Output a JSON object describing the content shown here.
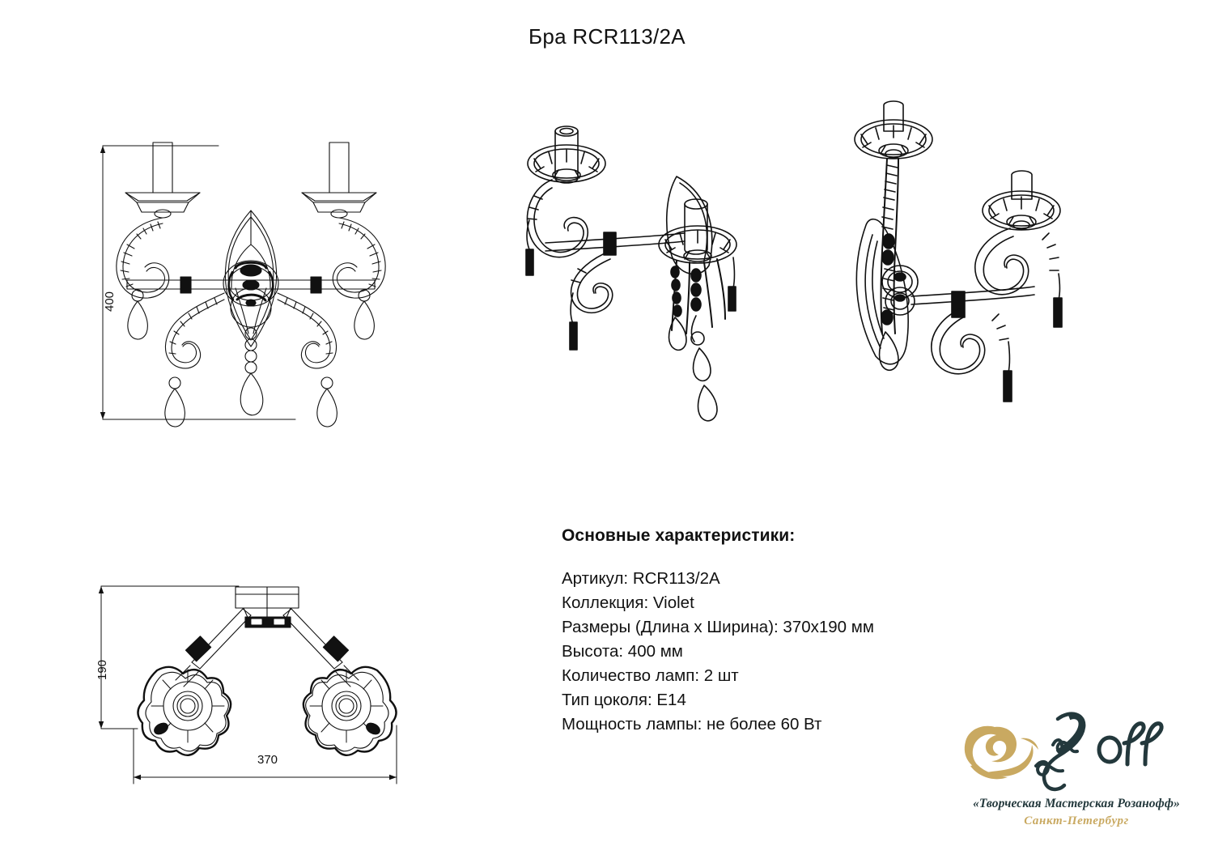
{
  "document": {
    "title": "Бра RCR113/2A"
  },
  "dimensions": {
    "height_label": "400",
    "depth_label": "190",
    "width_label": "370"
  },
  "specs": {
    "heading": "Основные характеристики:",
    "lines": [
      "Артикул: RCR113/2A",
      "Коллекция: Violet",
      "Размеры (Длина х Ширина): 370x190 мм",
      "Высота: 400 мм",
      "Количество ламп: 2 шт",
      "Тип цоколя: E14",
      "Мощность лампы: не более 60 Вт"
    ]
  },
  "logo": {
    "caption": "«Творческая Мастерская Розанофф»",
    "city": "Санкт-Петербург",
    "rose_color": "#c9a961",
    "script_color": "#23383c"
  },
  "views": {
    "front": "front-elevation",
    "perspective_left": "perspective-three-quarter-left",
    "perspective_right": "perspective-three-quarter-right",
    "top": "top-plan"
  }
}
